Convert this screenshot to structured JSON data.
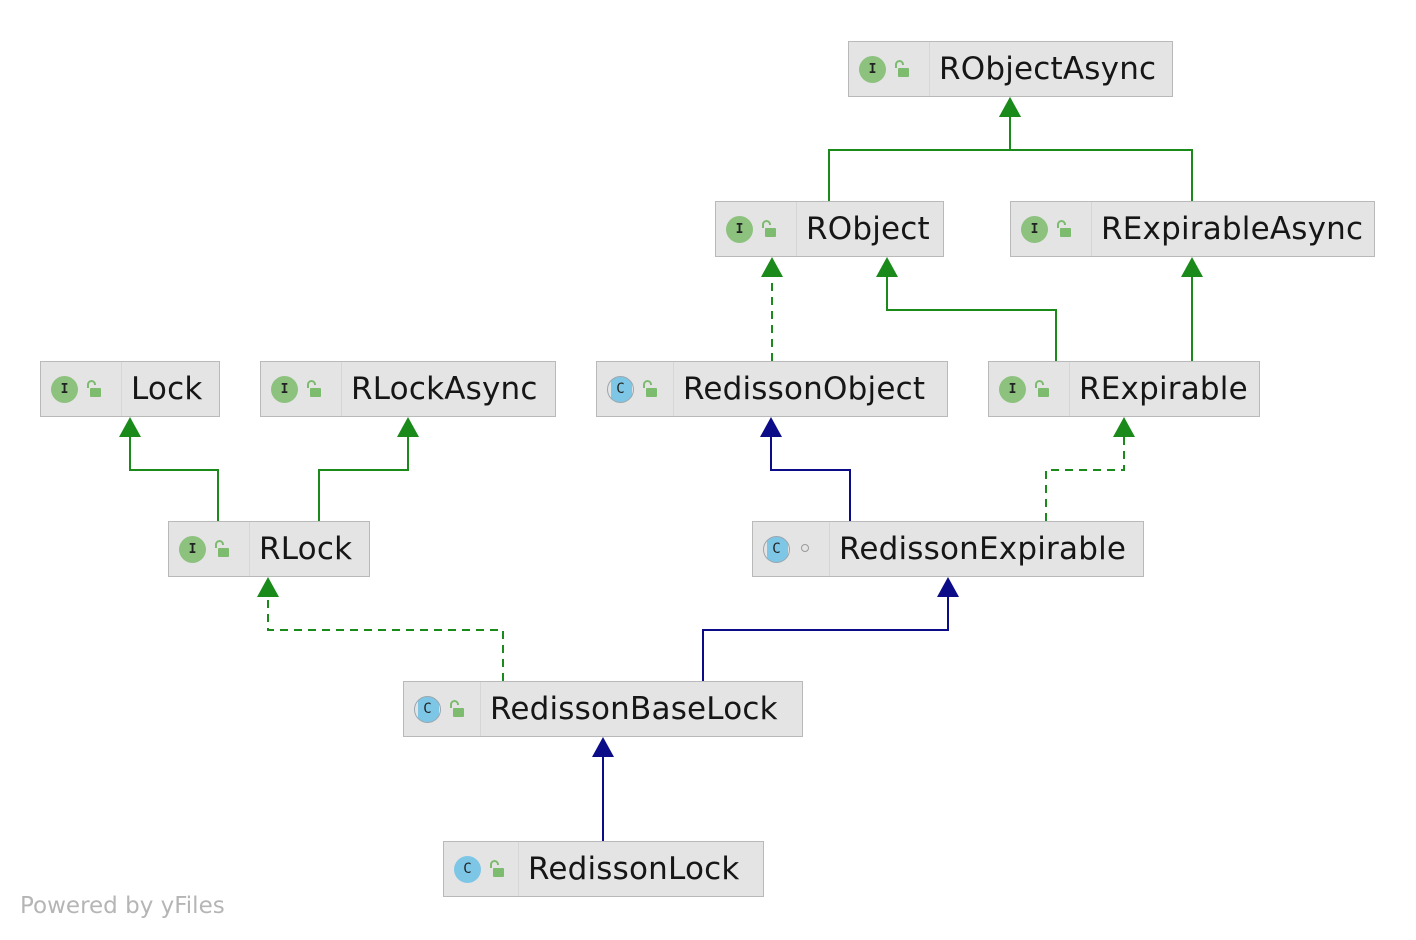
{
  "colors": {
    "implements": "#1a8a1a",
    "extends_class": "#0c0c88",
    "interface_icon": "#8cc27e",
    "class_icon": "#7ec6e6",
    "node_bg": "#e4e4e4"
  },
  "nodes": [
    {
      "id": "RObjectAsync",
      "label": "RObjectAsync",
      "kind": "interface",
      "visibility": "public"
    },
    {
      "id": "RObject",
      "label": "RObject",
      "kind": "interface",
      "visibility": "public"
    },
    {
      "id": "RExpirableAsync",
      "label": "RExpirableAsync",
      "kind": "interface",
      "visibility": "public"
    },
    {
      "id": "Lock",
      "label": "Lock",
      "kind": "interface",
      "visibility": "public"
    },
    {
      "id": "RLockAsync",
      "label": "RLockAsync",
      "kind": "interface",
      "visibility": "public"
    },
    {
      "id": "RedissonObject",
      "label": "RedissonObject",
      "kind": "abstract",
      "visibility": "public"
    },
    {
      "id": "RExpirable",
      "label": "RExpirable",
      "kind": "interface",
      "visibility": "public"
    },
    {
      "id": "RLock",
      "label": "RLock",
      "kind": "interface",
      "visibility": "public"
    },
    {
      "id": "RedissonExpirable",
      "label": "RedissonExpirable",
      "kind": "abstract",
      "visibility": "package"
    },
    {
      "id": "RedissonBaseLock",
      "label": "RedissonBaseLock",
      "kind": "abstract",
      "visibility": "public"
    },
    {
      "id": "RedissonLock",
      "label": "RedissonLock",
      "kind": "class",
      "visibility": "public"
    }
  ],
  "edges": [
    {
      "from": "RObject",
      "to": "RObjectAsync",
      "type": "extends-interface"
    },
    {
      "from": "RExpirableAsync",
      "to": "RObjectAsync",
      "type": "extends-interface"
    },
    {
      "from": "RedissonObject",
      "to": "RObject",
      "type": "implements"
    },
    {
      "from": "RExpirable",
      "to": "RObject",
      "type": "extends-interface"
    },
    {
      "from": "RExpirable",
      "to": "RExpirableAsync",
      "type": "extends-interface"
    },
    {
      "from": "RLock",
      "to": "Lock",
      "type": "extends-interface"
    },
    {
      "from": "RLock",
      "to": "RLockAsync",
      "type": "extends-interface"
    },
    {
      "from": "RedissonExpirable",
      "to": "RedissonObject",
      "type": "extends-class"
    },
    {
      "from": "RedissonExpirable",
      "to": "RExpirable",
      "type": "implements"
    },
    {
      "from": "RedissonBaseLock",
      "to": "RLock",
      "type": "implements"
    },
    {
      "from": "RedissonBaseLock",
      "to": "RedissonExpirable",
      "type": "extends-class"
    },
    {
      "from": "RedissonLock",
      "to": "RedissonBaseLock",
      "type": "extends-class"
    }
  ],
  "footer": "Powered by yFiles"
}
